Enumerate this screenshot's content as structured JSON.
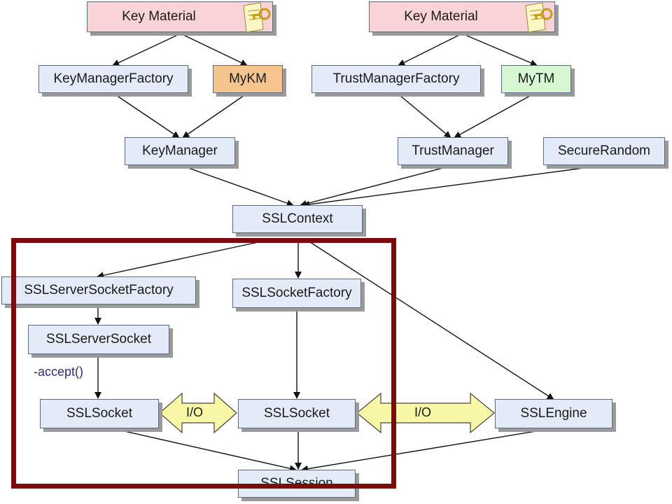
{
  "colors": {
    "box_fill": "#e3ebf8",
    "key_material_fill": "#fad3d6",
    "mykm_fill": "#f6c48f",
    "mytm_fill": "#d5f7d1",
    "io_arrow_fill": "#f8f7a6",
    "highlight_border": "#7b0c0c"
  },
  "nodes": {
    "key_material_left": "Key Material",
    "key_material_right": "Key Material",
    "key_manager_factory": "KeyManagerFactory",
    "my_km": "MyKM",
    "trust_manager_factory": "TrustManagerFactory",
    "my_tm": "MyTM",
    "key_manager": "KeyManager",
    "trust_manager": "TrustManager",
    "secure_random": "SecureRandom",
    "ssl_context": "SSLContext",
    "ssl_server_socket_factory": "SSLServerSocketFactory",
    "ssl_socket_factory": "SSLSocketFactory",
    "ssl_server_socket": "SSLServerSocket",
    "ssl_socket_left": "SSLSocket",
    "ssl_socket_middle": "SSLSocket",
    "ssl_engine": "SSLEngine",
    "ssl_session": "SSLSession"
  },
  "io_labels": [
    "I/O",
    "I/O"
  ],
  "method_label": "-accept()",
  "icons": {
    "key_material": "key-certificate-icon"
  }
}
